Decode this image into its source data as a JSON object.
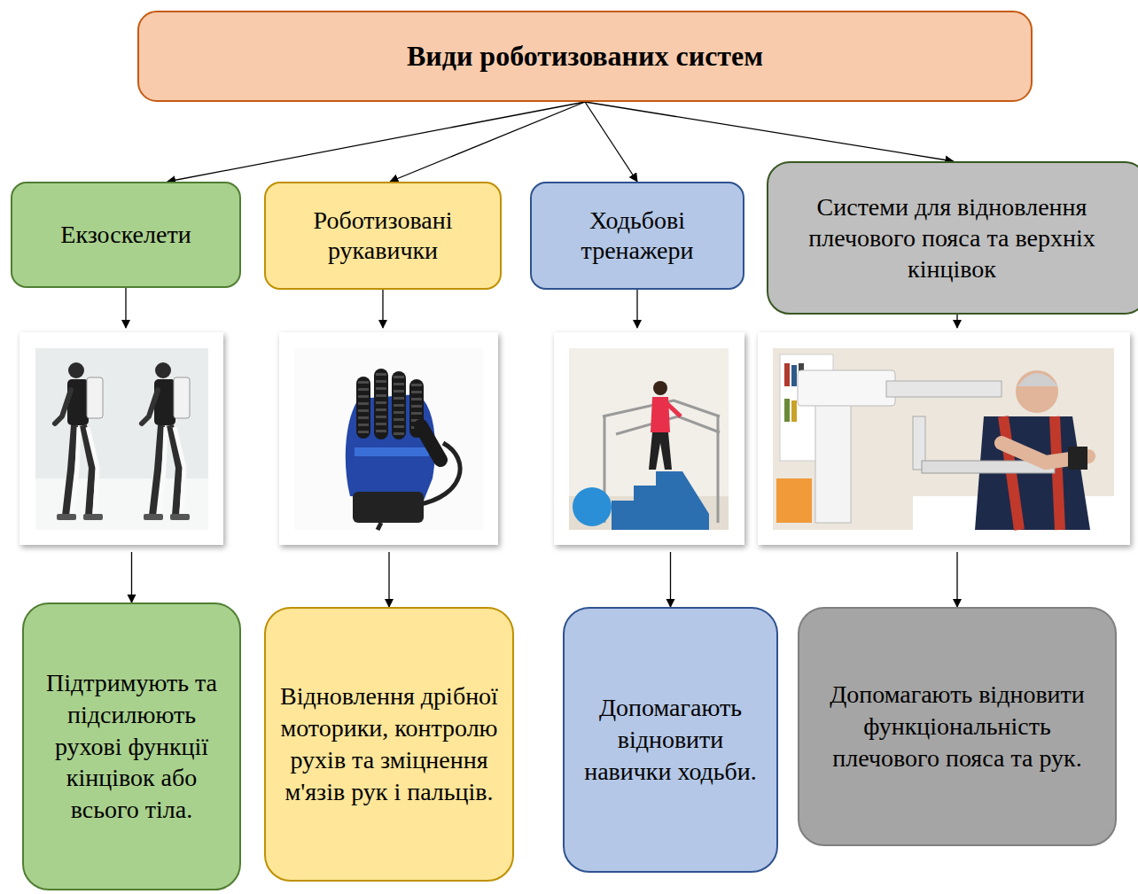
{
  "diagram": {
    "nodes": [
      {
        "text": [
          "Види роботизованих систем"
        ]
      },
      {
        "text": [
          "Екзоскелети"
        ]
      },
      {
        "text": [
          "Роботизовані рукавички"
        ]
      },
      {
        "text": [
          "Ходьбові тренажери"
        ]
      },
      {
        "text": [
          "Системи для відновлення плечового пояса та верхніх кінцівок"
        ]
      },
      {
        "text": [
          "Підтримують та підсилюють рухові функції кінцівок або всього тіла."
        ]
      },
      {
        "text": [
          "Відновлення дрібної моторики, контролю рухів та зміцнення м'язів рук і пальців."
        ]
      },
      {
        "text": [
          "Допомагають відновити навички ходьби."
        ]
      },
      {
        "text": [
          "Допомагають відновити функціональність плечового пояса та рук."
        ]
      }
    ],
    "edges": [
      {
        "from": 0,
        "to": 1,
        "arrow": "to"
      },
      {
        "from": 0,
        "to": 2,
        "arrow": "to"
      },
      {
        "from": 0,
        "to": 3,
        "arrow": "to"
      },
      {
        "from": 0,
        "to": 4,
        "arrow": "to"
      },
      {
        "from": 1,
        "to": 5,
        "arrow": "to"
      },
      {
        "from": 2,
        "to": 6,
        "arrow": "to"
      },
      {
        "from": 3,
        "to": 7,
        "arrow": "to"
      },
      {
        "from": 4,
        "to": 8,
        "arrow": "to"
      }
    ]
  }
}
